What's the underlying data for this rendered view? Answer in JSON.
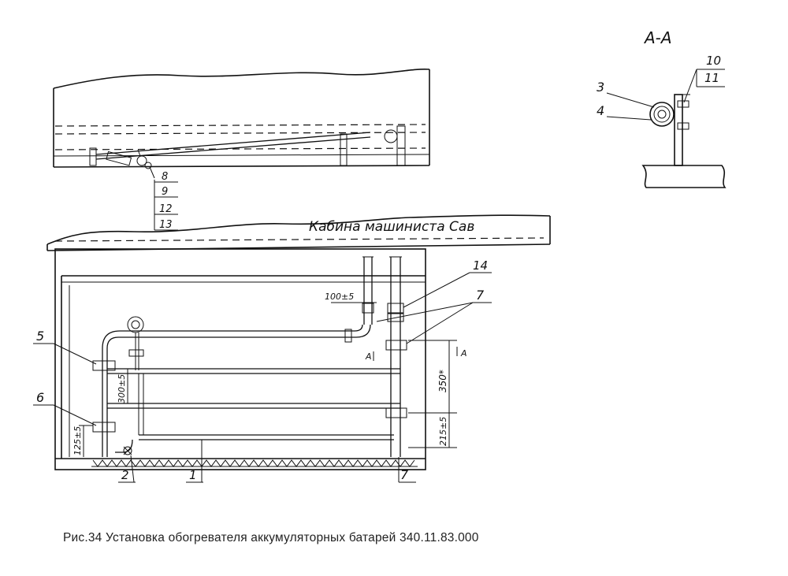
{
  "section_title": "А-А",
  "cabin_label": "Кабина машиниста Сав",
  "callouts": {
    "c1": "1",
    "c2": "2",
    "c3": "3",
    "c4": "4",
    "c5": "5",
    "c6": "6",
    "c7_top": "7",
    "c7_bottom": "7",
    "c8": "8",
    "c9": "9",
    "c10": "10",
    "c11": "11",
    "c12": "12",
    "c13": "13",
    "c14": "14"
  },
  "dimensions": {
    "d100": "100±5",
    "d300": "300±5",
    "d350": "350*",
    "d215": "215±5",
    "d125": "125±5"
  },
  "section_marks": {
    "left": "А",
    "right": "А"
  },
  "caption": "Рис.34 Установка обогревателя аккумуляторных батарей 340.11.83.000"
}
